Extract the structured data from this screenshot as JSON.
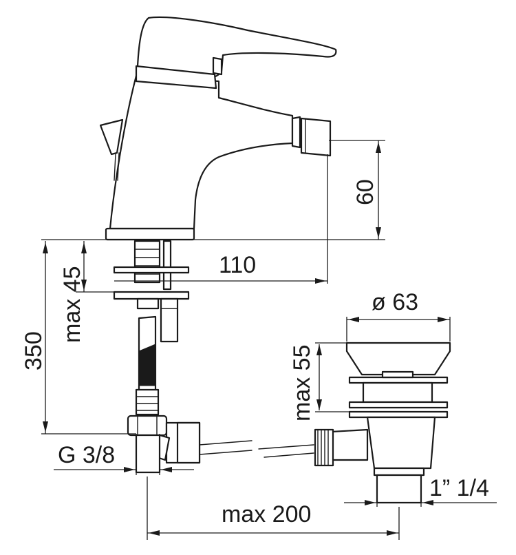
{
  "drawing": {
    "colors": {
      "ink": "#1a1a1a",
      "paper": "#ffffff"
    },
    "dimensions": {
      "spout_height": "60",
      "spout_reach": "110",
      "deck_thickness": "max 45",
      "hose_length": "350",
      "waste_diameter": "ø 63",
      "waste_height": "max 55",
      "inlet_thread": "G 3/8",
      "waste_thread": "1” 1/4",
      "waste_offset": "max 200"
    }
  }
}
